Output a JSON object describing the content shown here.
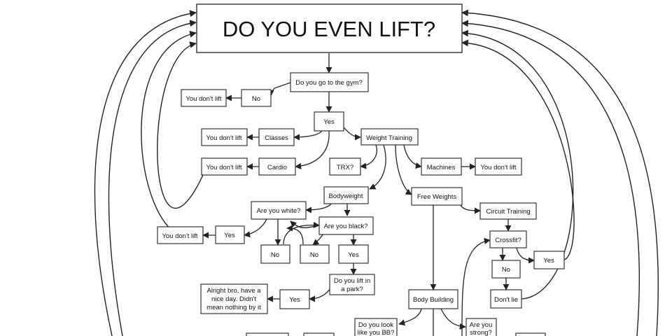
{
  "title": "DO YOU EVEN LIFT?",
  "nodes": {
    "gym_q": "Do you go to the gym?",
    "no_gym": "No",
    "dont_lift_1": "You don't lift",
    "yes_gym": "Yes",
    "classes": "Classes",
    "dont_lift_2": "You don't lift",
    "cardio": "Cardio",
    "dont_lift_3": "You don't lift",
    "weight_training": "Weight Training",
    "trx": "TRX?",
    "machines": "Machines",
    "dont_lift_4": "You don't lift",
    "bodyweight": "Bodyweight",
    "free_weights": "Free Weights",
    "circuit_training": "Circuit Training",
    "white_q": "Are you white?",
    "black_q": "Are you black?",
    "yes_white": "Yes",
    "dont_lift_5": "You don't lift",
    "no_a": "No",
    "no_b": "No",
    "yes_black": "Yes",
    "park_q": [
      "Do you lift in",
      "a park?"
    ],
    "yes_park": "Yes",
    "alright_bro": [
      "Alright bro, have a",
      "nice day. Didn't",
      "mean nothing by it"
    ],
    "crossfit_q": "Crossfit?",
    "no_crossfit": "No",
    "yes_crossfit": "Yes",
    "dont_lie": "Don't lie",
    "body_building": "Body Building",
    "look_bb_q": [
      "Do you look",
      "like you BB?"
    ],
    "strong_q": [
      "Are you",
      "strong?"
    ]
  }
}
